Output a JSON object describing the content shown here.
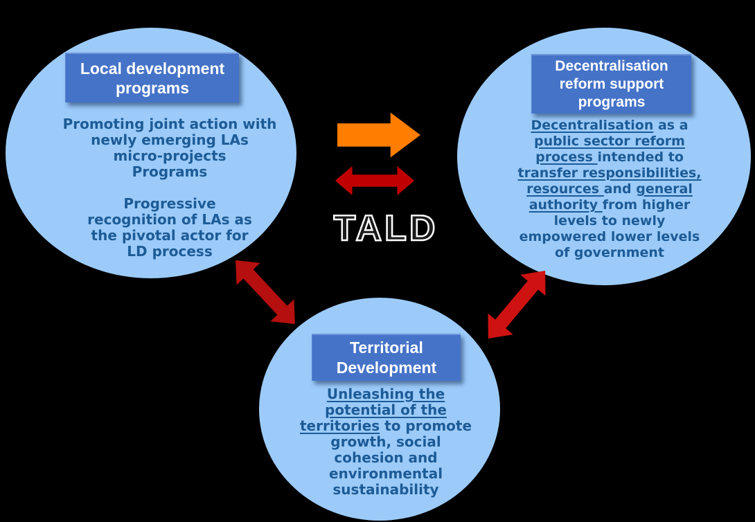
{
  "colors": {
    "background": "#000000",
    "ellipse_fill": "#9CCBF9",
    "header_bg": "#4573C8",
    "header_text": "#FFFFFF",
    "body_text": "#1D5B96",
    "orange_arrow": "#FF7D00",
    "red_arrow_center": "#C00000",
    "red_arrow_left": "#B50F0F",
    "red_arrow_right": "#CE1212"
  },
  "center": {
    "label": "TALD",
    "arrows": [
      {
        "name": "orange-right-arrow",
        "direction": "right"
      },
      {
        "name": "red-double-arrow-horizontal",
        "direction": "left-right"
      },
      {
        "name": "red-double-arrow-left-diagonal",
        "direction": "between local-development and territorial"
      },
      {
        "name": "red-double-arrow-right-diagonal",
        "direction": "between decentralisation and territorial"
      }
    ]
  },
  "bubbles": {
    "local": {
      "title": [
        [
          {
            "t": "Local development"
          }
        ],
        [
          {
            "t": "programs"
          }
        ]
      ],
      "body": [
        [
          {
            "t": "Promoting joint action with"
          }
        ],
        [
          {
            "t": "newly emerging LAs"
          }
        ],
        [
          {
            "t": "micro-projects"
          }
        ],
        [
          {
            "t": "Programs"
          }
        ],
        [],
        [
          {
            "t": "Progressive"
          }
        ],
        [
          {
            "t": "recognition of LAs as"
          }
        ],
        [
          {
            "t": "the pivotal actor for"
          }
        ],
        [
          {
            "t": "LD process"
          }
        ]
      ]
    },
    "decentralisation": {
      "title": [
        [
          {
            "t": "Decentralisation"
          }
        ],
        [
          {
            "t": "reform support"
          }
        ],
        [
          {
            "t": "programs"
          }
        ]
      ],
      "body": [
        [
          {
            "t": "Decentralisation",
            "u": true
          },
          {
            "t": " as a"
          }
        ],
        [
          {
            "t": "public sector reform",
            "u": true
          }
        ],
        [
          {
            "t": "process ",
            "u": true
          },
          {
            "t": "intended to"
          }
        ],
        [
          {
            "t": "transfer responsibilities,",
            "u": true
          }
        ],
        [
          {
            "t": "resources ",
            "u": true
          },
          {
            "t": "and "
          },
          {
            "t": "general",
            "u": true
          }
        ],
        [
          {
            "t": "authority ",
            "u": true
          },
          {
            "t": "from higher"
          }
        ],
        [
          {
            "t": "levels to newly"
          }
        ],
        [
          {
            "t": "empowered lower levels"
          }
        ],
        [
          {
            "t": "of government"
          }
        ]
      ]
    },
    "territorial": {
      "title": [
        [
          {
            "t": "Territorial"
          }
        ],
        [
          {
            "t": "Development"
          }
        ]
      ],
      "body": [
        [
          {
            "t": "Unleashing the",
            "u": true
          }
        ],
        [
          {
            "t": "potential of the",
            "u": true
          }
        ],
        [
          {
            "t": "territories",
            "u": true
          },
          {
            "t": " to promote"
          }
        ],
        [
          {
            "t": "growth, social"
          }
        ],
        [
          {
            "t": "cohesion and"
          }
        ],
        [
          {
            "t": "environmental"
          }
        ],
        [
          {
            "t": "sustainability"
          }
        ]
      ]
    }
  }
}
